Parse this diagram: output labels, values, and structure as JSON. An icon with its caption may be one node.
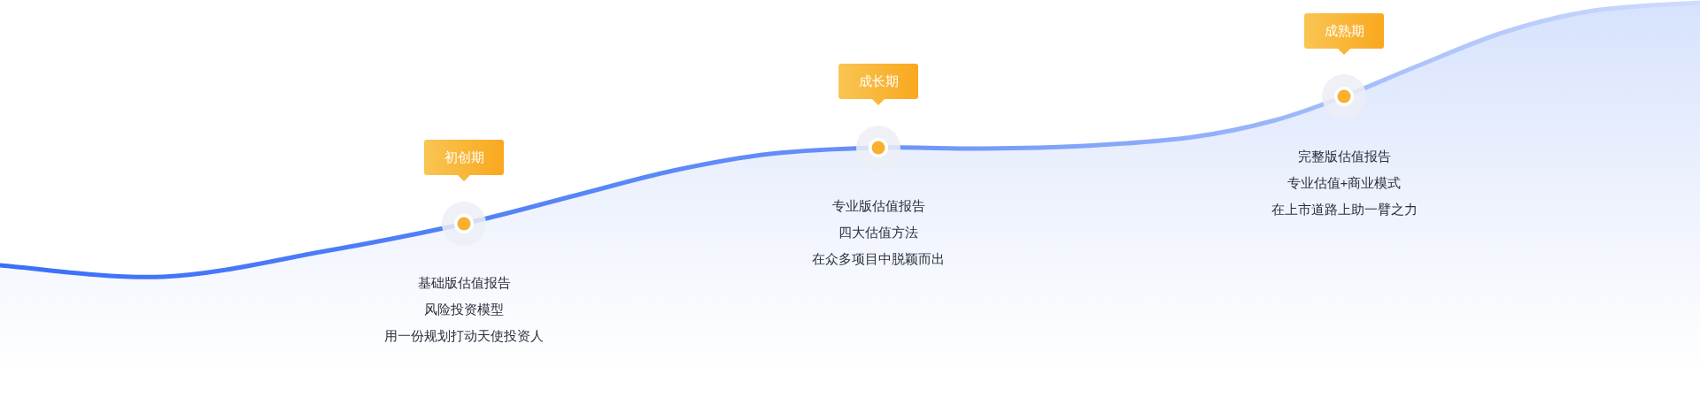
{
  "diagram": {
    "nodes": [
      {
        "text": [
          "初创期"
        ],
        "beside": [
          "基础版估值报告",
          "风险投资模型",
          "用一份规划打动天使投资人"
        ]
      },
      {
        "text": [
          "成长期"
        ],
        "beside": [
          "专业版估值报告",
          "四大估值方法",
          "在众多项目中脱颖而出"
        ]
      },
      {
        "text": [
          "成熟期"
        ],
        "beside": [
          "完整版估值报告",
          "专业估值+商业模式",
          "在上市道路上助一臂之力"
        ]
      }
    ]
  }
}
